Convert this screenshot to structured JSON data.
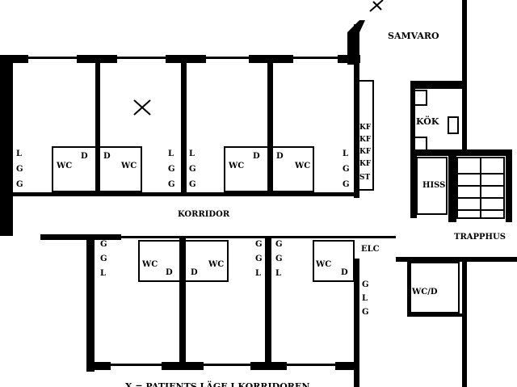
{
  "plan": {
    "samvaro": "SAMVARO",
    "kok": "KÖK",
    "hiss": "HISS",
    "trapphus": "TRAPPHUS",
    "korridor": "KORRIDOR",
    "elc": "ELC",
    "wc": "WC",
    "d": "D",
    "wcd": "WC/D",
    "l": "L",
    "g": "G",
    "kf": "KF",
    "st": "ST",
    "legend": "X = PATIENTS LÄGE I KORRIDOREN"
  },
  "colors": {
    "wall": "#000000",
    "background": "#ffffff"
  }
}
